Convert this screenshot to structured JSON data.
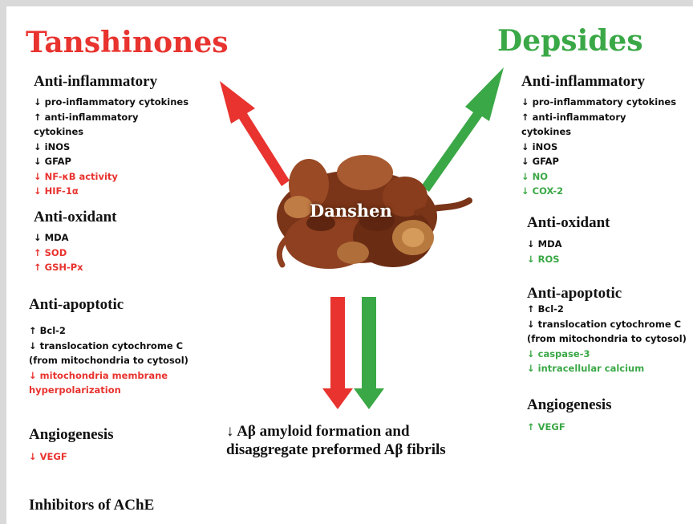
{
  "left": {
    "title": "Tanshinones",
    "title_color": "#e8332f",
    "sections": [
      {
        "heading": "Anti-inflammatory",
        "items": [
          {
            "text": "↓ pro-inflammatory cytokines",
            "color": "black"
          },
          {
            "text": "↑ anti-inflammatory",
            "color": "black"
          },
          {
            "text": "cytokines",
            "color": "black"
          },
          {
            "text": "↓ iNOS",
            "color": "black"
          },
          {
            "text": "↓ GFAP",
            "color": "black"
          },
          {
            "text": "↓ NF-κB activity",
            "color": "red"
          },
          {
            "text": "↓ HIF-1α",
            "color": "red"
          }
        ]
      },
      {
        "heading": "Anti-oxidant",
        "items": [
          {
            "text": "↓ MDA",
            "color": "black"
          },
          {
            "text": "↑ SOD",
            "color": "red"
          },
          {
            "text": "↑ GSH-Px",
            "color": "red"
          }
        ]
      },
      {
        "heading": "Anti-apoptotic",
        "items": [
          {
            "text": "↑ Bcl-2",
            "color": "black"
          },
          {
            "text": "↓ translocation cytochrome C",
            "color": "black"
          },
          {
            "text": "(from mitochondria to cytosol)",
            "color": "black"
          },
          {
            "text": "↓ mitochondria membrane",
            "color": "red"
          },
          {
            "text": "hyperpolarization",
            "color": "red"
          }
        ]
      },
      {
        "heading": "Angiogenesis",
        "items": [
          {
            "text": "↓ VEGF",
            "color": "red"
          }
        ]
      },
      {
        "heading": "Inhibitors of AChE",
        "items": []
      }
    ]
  },
  "right": {
    "title": "Depsides",
    "title_color": "#3aa846",
    "sections": [
      {
        "heading": "Anti-inflammatory",
        "items": [
          {
            "text": "↓ pro-inflammatory cytokines",
            "color": "black"
          },
          {
            "text": "↑ anti-inflammatory",
            "color": "black"
          },
          {
            "text": "cytokines",
            "color": "black"
          },
          {
            "text": "↓ iNOS",
            "color": "black"
          },
          {
            "text": "↓ GFAP",
            "color": "black"
          },
          {
            "text": "↓ NO",
            "color": "green"
          },
          {
            "text": "↓ COX-2",
            "color": "green"
          }
        ]
      },
      {
        "heading": "Anti-oxidant",
        "items": [
          {
            "text": "↓ MDA",
            "color": "black"
          },
          {
            "text": "↓ ROS",
            "color": "green"
          }
        ]
      },
      {
        "heading": "Anti-apoptotic",
        "items": [
          {
            "text": "↑ Bcl-2",
            "color": "black"
          },
          {
            "text": "↓ translocation cytochrome C",
            "color": "black"
          },
          {
            "text": "(from mitochondria to cytosol)",
            "color": "black"
          },
          {
            "text": "↓ caspase-3",
            "color": "green"
          },
          {
            "text": "↓ intracellular calcium",
            "color": "green"
          }
        ]
      },
      {
        "heading": "Angiogenesis",
        "items": [
          {
            "text": "↑ VEGF",
            "color": "green"
          }
        ]
      }
    ]
  },
  "center": {
    "herb_label": "Danshen",
    "bottom_text": "↓ Aβ amyloid formation and disaggregate preformed Aβ fibrils"
  },
  "colors": {
    "red": "#e8332f",
    "green": "#3aa846"
  },
  "icons": [
    "danshen-root-image",
    "red-arrow-up-left",
    "green-arrow-up-right",
    "red-arrow-down",
    "green-arrow-down"
  ]
}
